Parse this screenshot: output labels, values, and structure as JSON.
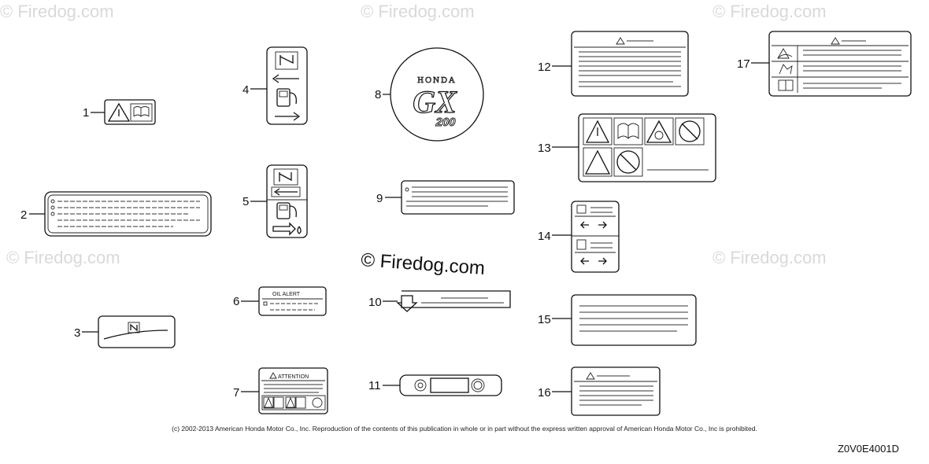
{
  "watermarks": [
    "© Firedog.com",
    "© Firedog.com",
    "© Firedog.com",
    "© Firedog.com",
    "© Firedog.com"
  ],
  "center_watermark": "© Firedog.com",
  "callouts": [
    "1",
    "2",
    "3",
    "4",
    "5",
    "6",
    "7",
    "8",
    "9",
    "10",
    "11",
    "12",
    "13",
    "14",
    "15",
    "16",
    "17"
  ],
  "label_text": {
    "oil_alert": "OIL ALERT",
    "attention": "ATTENTION",
    "emblem_brand": "HONDA",
    "emblem_model": "GX",
    "emblem_size": "200"
  },
  "footer": {
    "copyright": "(c) 2002-2013 American Honda Motor Co., Inc. Reproduction of the contents of this publication in whole or in part without the express written approval of American Honda Motor Co., Inc is prohibited.",
    "diagram_code": "Z0V0E4001D"
  }
}
